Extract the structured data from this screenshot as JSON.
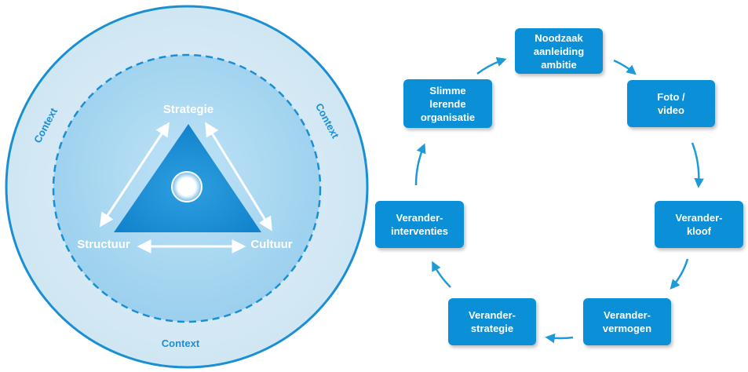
{
  "left_model": {
    "context_labels": [
      "Context",
      "Context",
      "Context"
    ],
    "vertices": {
      "top": "Strategie",
      "left": "Structuur",
      "right": "Cultuur"
    }
  },
  "cycle": [
    {
      "id": "noodzaak",
      "label": "Noodzaak\naanleiding\nambitie"
    },
    {
      "id": "foto",
      "label": "Foto /\nvideo"
    },
    {
      "id": "veranderkloof",
      "label": "Verander-\nkloof"
    },
    {
      "id": "vermogen",
      "label": "Verander-\nvermogen"
    },
    {
      "id": "strategie",
      "label": "Verander-\nstrategie"
    },
    {
      "id": "interventies",
      "label": "Verander-\ninterventies"
    },
    {
      "id": "slimme",
      "label": "Slimme\nlerende\norganisatie"
    }
  ],
  "colors": {
    "box": "#0b8fd6",
    "outer_ring": "#d5eaf5",
    "inner_disc": "#9fd3f0",
    "stroke": "#1b8fd3",
    "arrow": "#1e9ad9"
  }
}
